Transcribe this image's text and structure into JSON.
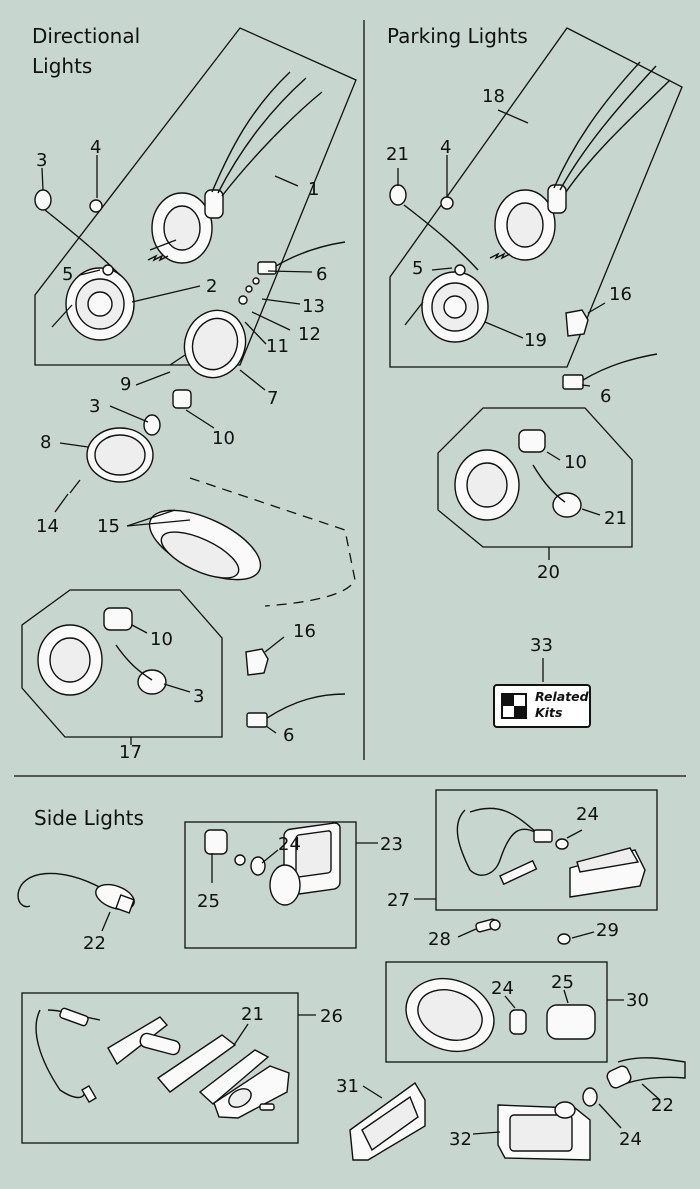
{
  "sections": {
    "directional_line1": "Directional",
    "directional_line2": "Lights",
    "parking": "Parking Lights",
    "side": "Side Lights"
  },
  "callouts": {
    "d1": "1",
    "d2": "2",
    "d3a": "3",
    "d3b": "3",
    "d3c": "3",
    "d4": "4",
    "d5": "5",
    "d6a": "6",
    "d6b": "6",
    "d7": "7",
    "d8": "8",
    "d9": "9",
    "d10a": "10",
    "d10b": "10",
    "d11": "11",
    "d12": "12",
    "d13": "13",
    "d14": "14",
    "d15": "15",
    "d16": "16",
    "d17": "17",
    "p18": "18",
    "p21a": "21",
    "p4": "4",
    "p5": "5",
    "p16": "16",
    "p19": "19",
    "p6": "6",
    "p10": "10",
    "p21b": "21",
    "p20": "20",
    "p33": "33",
    "s22a": "22",
    "s24a": "24",
    "s25a": "25",
    "s23": "23",
    "s24b": "24",
    "s27": "27",
    "s28": "28",
    "s29": "29",
    "s21": "21",
    "s26": "26",
    "s24c": "24",
    "s25b": "25",
    "s30": "30",
    "s31": "31",
    "s22b": "22",
    "s32": "32",
    "s24d": "24"
  },
  "related_kits": {
    "line1": "Related",
    "line2": "Kits"
  },
  "colors": {
    "background": "#c7d6cf",
    "ink": "#111111",
    "part_fill": "#fafafa"
  }
}
